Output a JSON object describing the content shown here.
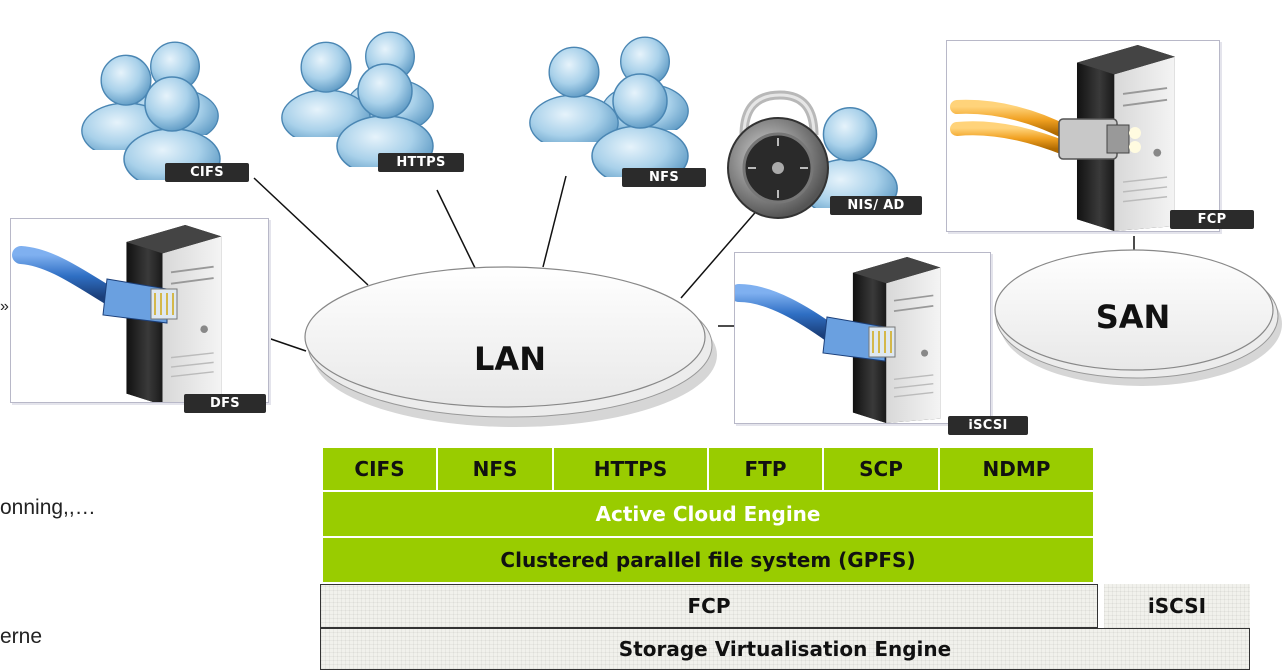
{
  "user_groups": [
    {
      "label": "CIFS"
    },
    {
      "label": "HTTPS"
    },
    {
      "label": "NFS"
    },
    {
      "label": "NIS/ AD"
    }
  ],
  "servers": {
    "dfs": "DFS",
    "iscsi": "iSCSI",
    "fcp": "FCP"
  },
  "networks": {
    "lan": "LAN",
    "san": "SAN"
  },
  "stack": {
    "protocols": [
      "CIFS",
      "NFS",
      "HTTPS",
      "FTP",
      "SCP",
      "NDMP"
    ],
    "active_cloud_engine": "Active Cloud Engine",
    "gpfs": "Clustered parallel file system (GPFS)",
    "fcp": "FCP",
    "iscsi": "iSCSI",
    "virtualisation": "Storage Virtualisation Engine"
  },
  "side_text": {
    "quote": "»",
    "line1": "onning,,…",
    "line2": "erne"
  },
  "colors": {
    "stack_green": "#99cc00",
    "stack_grey": "#f1f1ec",
    "tag": "#2b2b2b",
    "cable_blue": "#2f6fc4",
    "fibre_orange": "#f0a020"
  }
}
